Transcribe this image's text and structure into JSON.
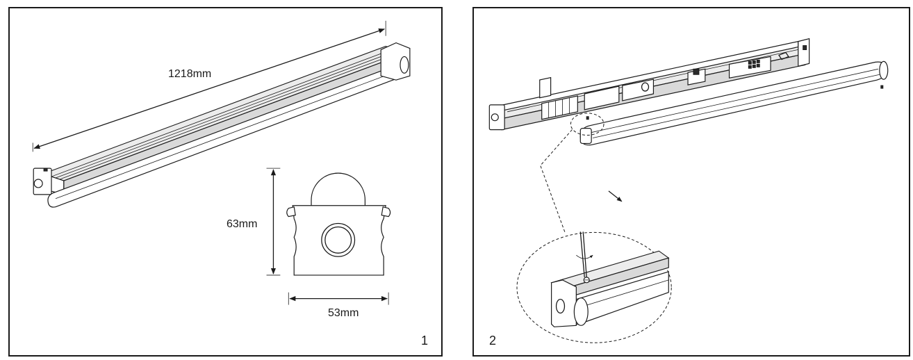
{
  "figures": [
    {
      "number": "1",
      "dimensions": {
        "length": "1218mm",
        "height": "63mm",
        "width": "53mm"
      }
    },
    {
      "number": "2"
    }
  ],
  "colors": {
    "line": "#1a1a1a",
    "fill_grey": "#d9d9d9",
    "fill_light": "#ececec",
    "background": "#ffffff"
  }
}
